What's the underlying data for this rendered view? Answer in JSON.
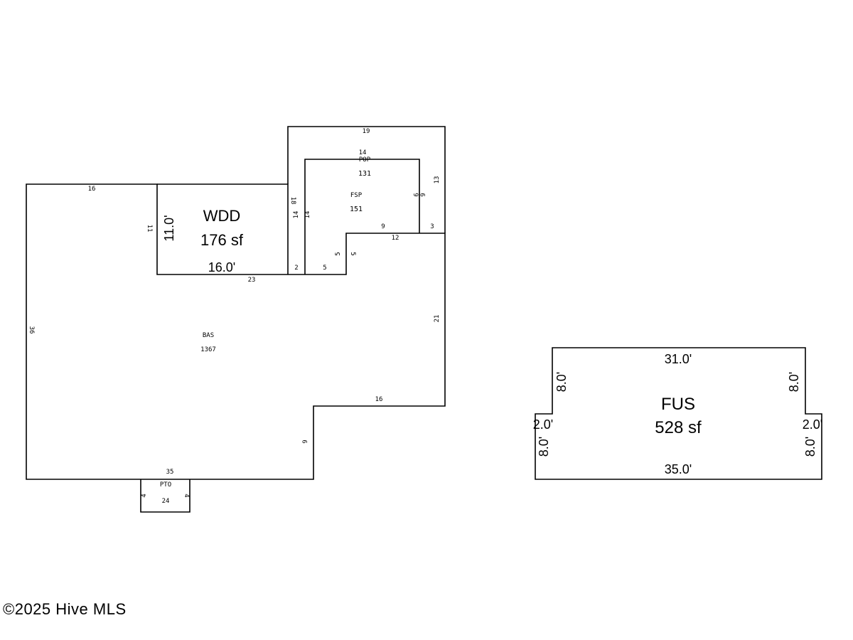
{
  "main_plan": {
    "areas": [
      {
        "code": "WDD",
        "area": "176 sf"
      },
      {
        "code": "BAS",
        "area": "1367"
      },
      {
        "code": "POP",
        "area": "131"
      },
      {
        "code": "FSP",
        "area": "151"
      },
      {
        "code": "PTO",
        "area": "24"
      }
    ],
    "dims": {
      "wdd_top": "16",
      "wdd_left": "11",
      "wdd_height": "11.0'",
      "wdd_width": "16.0'",
      "bas_left": "36",
      "bas_mid": "23",
      "bas_small2": "2",
      "bas_small5": "5",
      "bas_right": "21",
      "bas_step_top": "16",
      "bas_step_side": "9",
      "bas_bottom": "35",
      "pop_top": "19",
      "pop_left": "18",
      "pop_right": "13",
      "pop_corner": "3",
      "pop_12": "12",
      "fsp_top": "14",
      "fsp_left_a": "14",
      "fsp_left_b": "14",
      "fsp_right_a": "9",
      "fsp_right_b": "9",
      "fsp_step_9": "9",
      "fsp_step_5a": "5",
      "fsp_step_5b": "5",
      "pto_left": "4",
      "pto_right": "4"
    }
  },
  "fus_plan": {
    "code": "FUS",
    "area": "528 sf",
    "dims": {
      "top": "31.0'",
      "bottom": "35.0'",
      "upper_left": "8.0'",
      "upper_right": "8.0'",
      "lower_left": "8.0'",
      "lower_right": "8.0'",
      "step_left": "2.0'",
      "step_right": "2.0'"
    }
  },
  "copyright": "©2025 Hive MLS"
}
